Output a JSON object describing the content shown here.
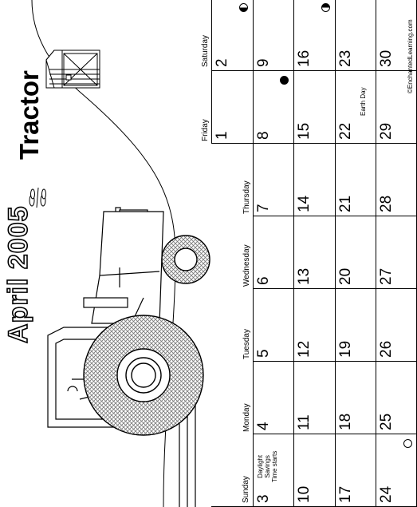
{
  "title": {
    "month": "April 2005",
    "theme": "Tractor"
  },
  "credit": "©EnchantedLearning.com",
  "weekdays": [
    "Sunday",
    "Monday",
    "Tuesday",
    "Wednesday",
    "Thursday",
    "Friday",
    "Saturday"
  ],
  "weeks": [
    [
      "",
      "",
      "",
      "",
      "",
      "1",
      "2"
    ],
    [
      "3",
      "4",
      "5",
      "6",
      "7",
      "8",
      "9"
    ],
    [
      "10",
      "11",
      "12",
      "13",
      "14",
      "15",
      "16"
    ],
    [
      "17",
      "18",
      "19",
      "20",
      "21",
      "22",
      "23"
    ],
    [
      "24",
      "25",
      "26",
      "27",
      "28",
      "29",
      "30"
    ]
  ],
  "notes": {
    "daylight": [
      "Daylight",
      "Savings",
      "Time starts"
    ],
    "earth_day": "Earth Day"
  },
  "moons": [
    {
      "day": "2",
      "phase": "last-quarter"
    },
    {
      "day": "8",
      "phase": "new"
    },
    {
      "day": "16",
      "phase": "first-quarter"
    },
    {
      "day": "24",
      "phase": "full"
    }
  ]
}
